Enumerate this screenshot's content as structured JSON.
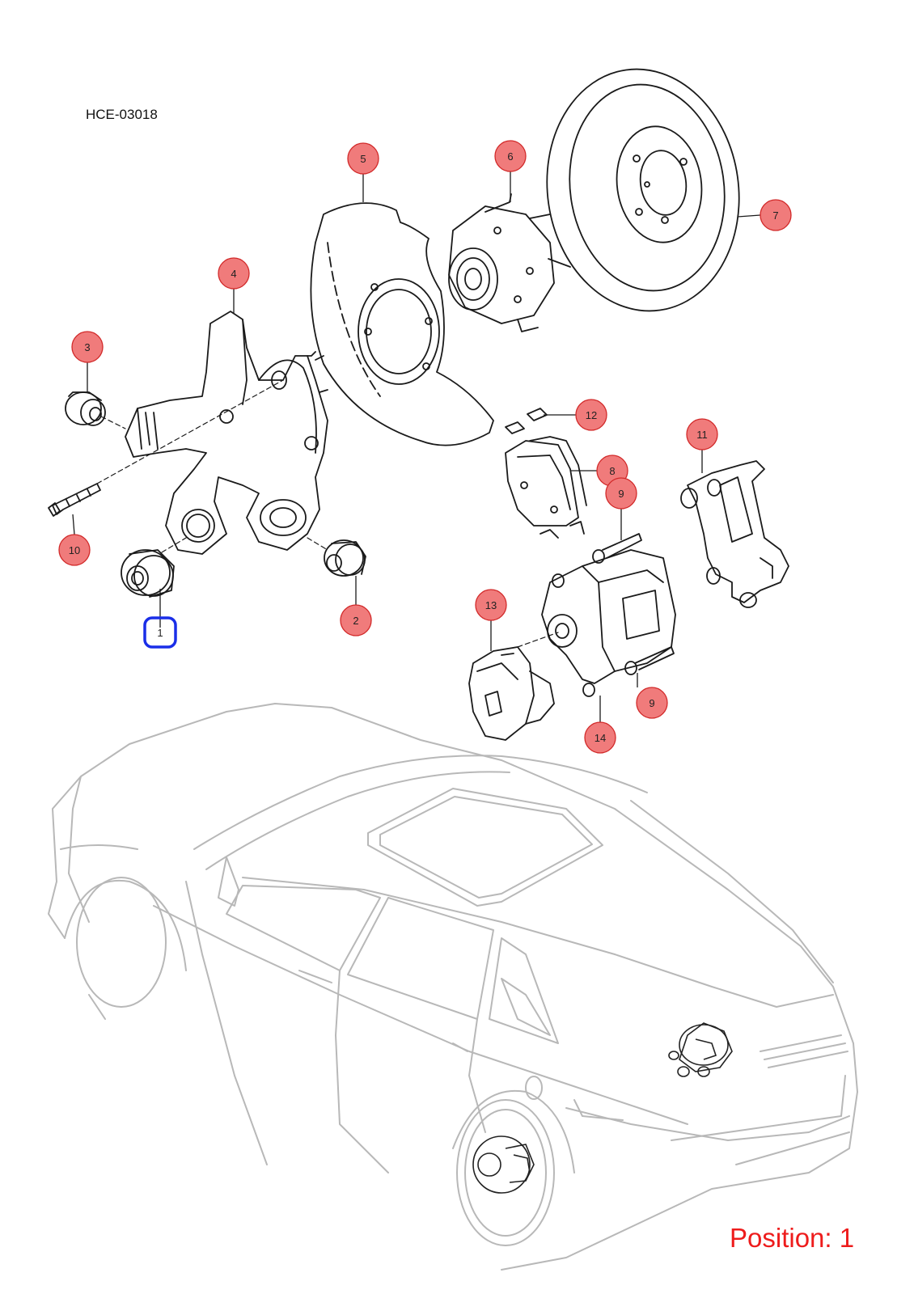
{
  "diagram_code": "HCE-03018",
  "position_label": "Position: 1",
  "colors": {
    "callout_fill": "#f07b7b",
    "callout_stroke": "#d22a2a",
    "selected_stroke": "#1a2ee8",
    "position_text": "#ee1c1c",
    "line_art": "#1a1a1a",
    "car_outline": "#b8b8b8"
  },
  "selected_part": "1",
  "callouts": [
    {
      "num": "1",
      "selected": true
    },
    {
      "num": "2"
    },
    {
      "num": "3"
    },
    {
      "num": "4"
    },
    {
      "num": "5"
    },
    {
      "num": "6"
    },
    {
      "num": "7"
    },
    {
      "num": "8"
    },
    {
      "num": "9"
    },
    {
      "num": "9"
    },
    {
      "num": "10"
    },
    {
      "num": "11"
    },
    {
      "num": "12"
    },
    {
      "num": "13"
    },
    {
      "num": "14"
    }
  ]
}
